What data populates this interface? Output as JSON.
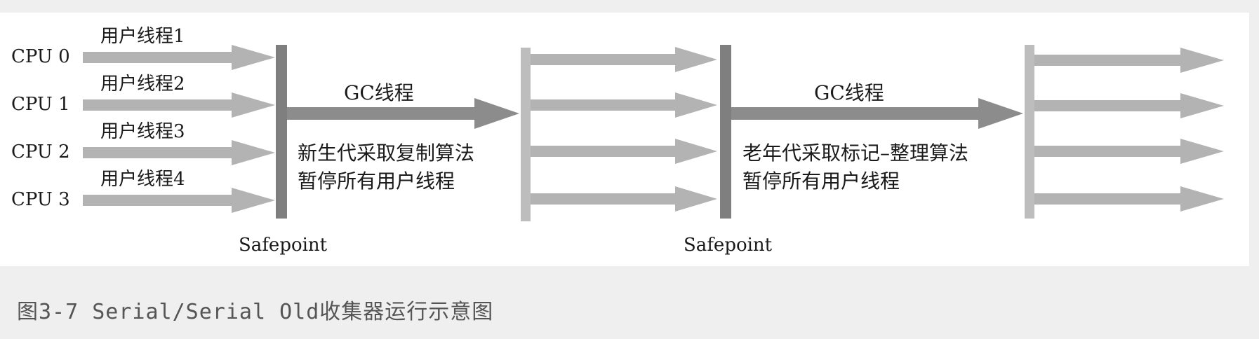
{
  "diagram": {
    "cpus": [
      "CPU 0",
      "CPU 1",
      "CPU 2",
      "CPU 3"
    ],
    "user_threads": [
      "用户线程1",
      "用户线程2",
      "用户线程3",
      "用户线程4"
    ],
    "phases": [
      {
        "gc_thread_label": "GC线程",
        "description_line1": "新生代采取复制算法",
        "description_line2": "暂停所有用户线程",
        "safepoint_label": "Safepoint"
      },
      {
        "gc_thread_label": "GC线程",
        "description_line1": "老年代采取标记–整理算法",
        "description_line2": "暂停所有用户线程",
        "safepoint_label": "Safepoint"
      }
    ],
    "colors": {
      "user_arrow": "#b3b3b3",
      "gc_arrow": "#8c8c8c",
      "safepoint_bar": "#7f7f7f",
      "resume_bar": "#bdbdbd"
    }
  },
  "caption": "图3-7  Serial/Serial Old收集器运行示意图"
}
